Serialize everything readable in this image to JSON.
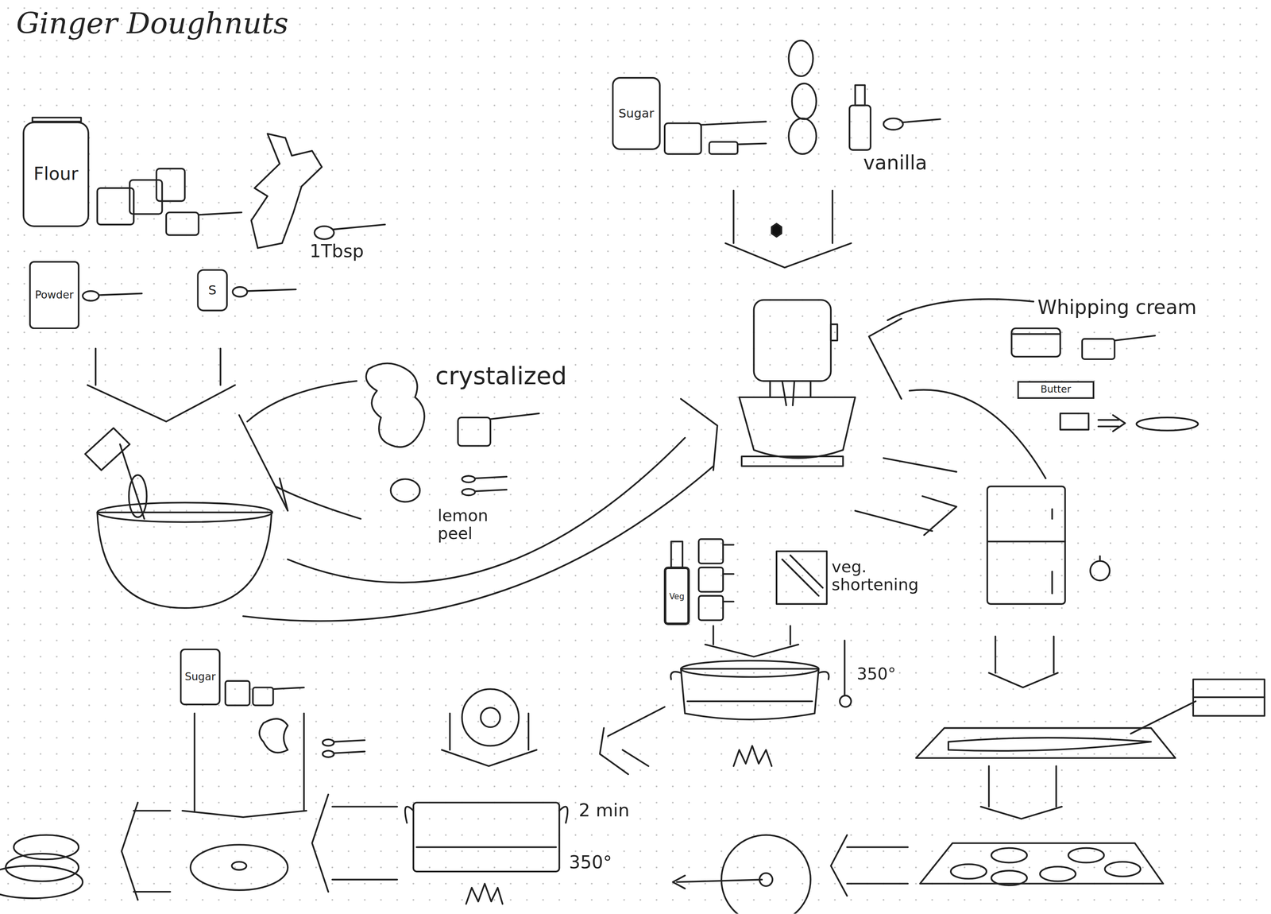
{
  "diagram": {
    "title": "Ginger Doughnuts",
    "nodes": [
      {
        "text": [
          "Sugar"
        ]
      },
      {
        "text": [
          "Flour"
        ]
      },
      {
        "text": [
          "Powder"
        ]
      },
      {
        "text": [
          "S"
        ]
      },
      {
        "text": [
          "Butter"
        ]
      },
      {
        "text": [
          "Veg"
        ]
      },
      {
        "text": [
          "Sugar"
        ]
      }
    ],
    "labels": [
      "1Tbsp",
      "crystalized",
      "lemon peel",
      "vanilla",
      "Whipping cream",
      "veg. shortening",
      "350°",
      "2 min",
      "350°"
    ]
  }
}
